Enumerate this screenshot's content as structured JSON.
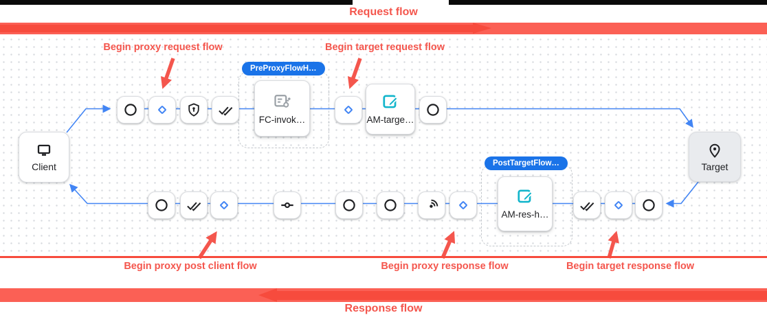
{
  "title_bars": {
    "request_flow": "Request flow",
    "response_flow": "Response flow"
  },
  "annotations": {
    "begin_proxy_request": "Begin proxy request flow",
    "begin_target_request": "Begin target request flow",
    "begin_proxy_post_client": "Begin proxy post client flow",
    "begin_proxy_response": "Begin proxy response flow",
    "begin_target_response": "Begin target response flow"
  },
  "diagram": {
    "client": {
      "label": "Client"
    },
    "target": {
      "label": "Target"
    },
    "request_flow": {
      "pre_proxy_hook_badge": "PreProxyFlowH…",
      "fc_invoke_step": "FC-invok…",
      "am_target_step": "AM-targe…"
    },
    "response_flow": {
      "post_target_hook_badge": "PostTargetFlow…",
      "am_response_step": "AM-res-h…"
    }
  },
  "icons": {
    "monitor-icon": "client device monitor",
    "location-pin-icon": "target endpoint pin",
    "circle-step-icon": "flow boundary circle",
    "condition-diamond-icon": "blue condition diamond",
    "shield-key-icon": "verify API key shield",
    "double-check-icon": "done-all double checkmark",
    "connector-icon": "inline connector -o-",
    "signal-icon": "broadcast/tethering signal",
    "edit-square-icon": "assign message edit square",
    "flow-callout-icon": "flow callout document"
  },
  "colors": {
    "annotation_red": "#f4564d",
    "bar_red_light": "#fb6055",
    "bar_red_dark": "#f74b3d",
    "flow_blue": "#4285f4",
    "badge_blue": "#1a73e8",
    "edit_teal": "#12b5cb",
    "target_fill": "#e9ebee"
  }
}
